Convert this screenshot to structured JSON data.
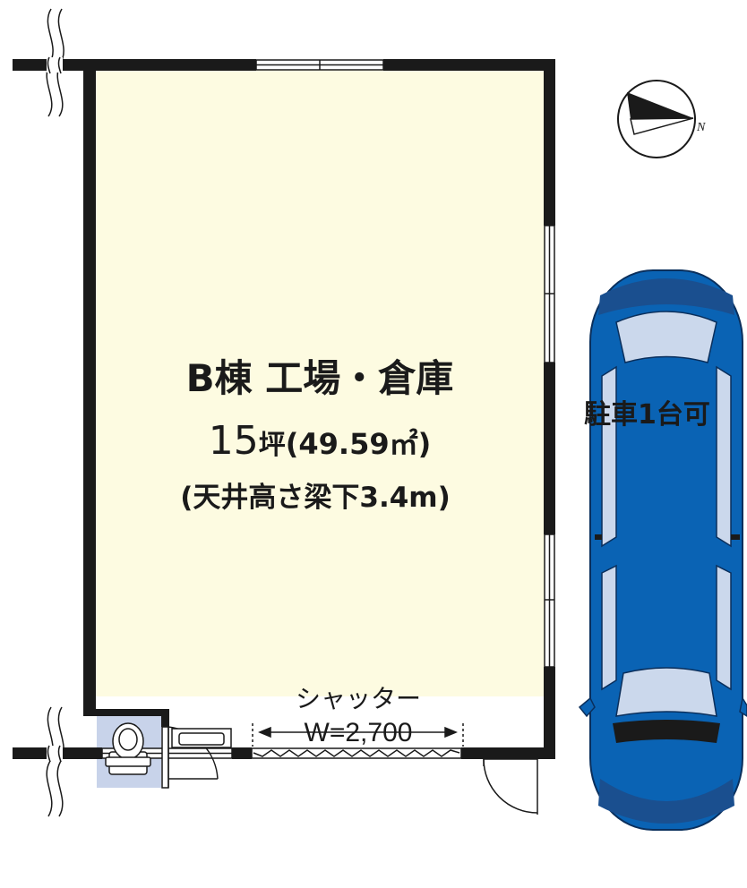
{
  "room": {
    "name": "B棟 工場・倉庫",
    "area_tsubo": "15",
    "area_unit": "坪",
    "area_m2": "(49.59㎡)",
    "ceiling": "(天井高さ梁下3.4m)"
  },
  "shutter": {
    "label": "シャッター",
    "width": "W=2,700"
  },
  "parking": {
    "label": "駐車1台可"
  },
  "compass": {
    "north": "N"
  },
  "colors": {
    "floor": "#fdfbe1",
    "wall": "#1a1a1a",
    "toilet_room": "#c8d3ea",
    "car_body": "#0a63b4",
    "car_window": "#cbd8ec"
  }
}
